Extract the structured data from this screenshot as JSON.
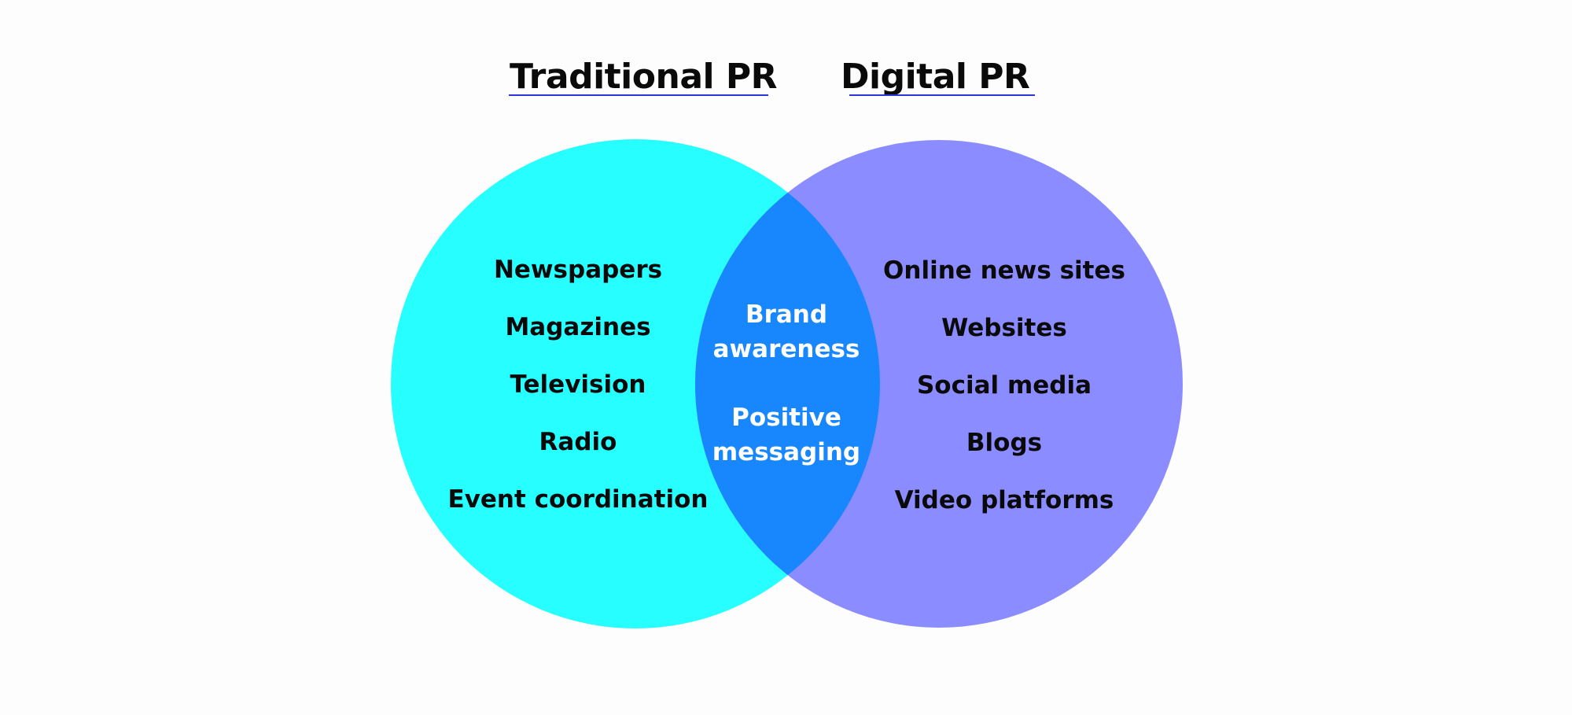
{
  "headings": {
    "left": "Traditional PR",
    "right": "Digital PR"
  },
  "left_items": [
    "Newspapers",
    "Magazines",
    "Television",
    "Radio",
    "Event coordination"
  ],
  "overlap_items": [
    "Brand\nawareness",
    "Positive\nmessaging"
  ],
  "right_items": [
    "Online news sites",
    "Websites",
    "Social media",
    "Blogs",
    "Video platforms"
  ],
  "colors": {
    "left_circle": "#26feff",
    "right_circle": "#8b8cff",
    "overlap": "#1887fe",
    "heading_underline": "#2b36d6"
  }
}
